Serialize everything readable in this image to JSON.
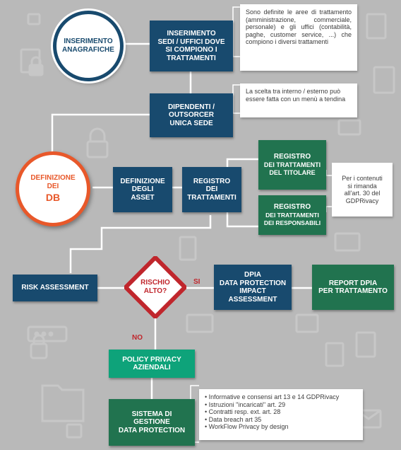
{
  "nodes": {
    "inserimento_anagrafiche": "INSERIMENTO\nANAGRAFICHE",
    "inserimento_sedi": "INSERIMENTO\nSEDI / UFFICI DOVE\nSI COMPIONO I\nTRATTAMENTI",
    "dipendenti": "DIPENDENTI /\nOUTSORCER\nUNICA SEDE",
    "definizione_db_line1": "DEFINIZIONE",
    "definizione_db_line2": "DEI",
    "definizione_db_line3": "DB",
    "definizione_asset": "DEFINIZIONE\nDEGLI\nASSET",
    "registro_trattamenti": "REGISTRO\nDEI\nTRATTAMENTI",
    "registro_titolare_title": "REGISTRO",
    "registro_titolare_sub": "DEI TRATTAMENTI\nDEL TITOLARE",
    "registro_responsabili_title": "REGISTRO",
    "registro_responsabili_sub": "DEI TRATTAMENTI\nDEI RESPONSABILI",
    "risk_assessment": "RISK ASSESSMENT",
    "rischio_alto": "RISCHIO\nALTO?",
    "si_label": "SI",
    "no_label": "NO",
    "dpia": "DPIA\nDATA PROTECTION\nIMPACT ASSESSMENT",
    "report_dpia": "REPORT DPIA\nPER TRATTAMENTO",
    "policy_privacy": "POLICY PRIVACY\nAZIENDALI",
    "sistema_gestione": "SISTEMA DI\nGESTIONE\nDATA PROTECTION"
  },
  "notes": {
    "aree": "Sono definite le aree di trattamento (amministrazione, commerciale, personale) e gli uffici (contabilità, paghe, customer service, ...) che compiono i diversi trattamenti",
    "scelta": "La scelta tra interno / esterno può essere fatta con un menù a tendina",
    "rimanda": "Per i contenuti\nsi rimanda\nall'art. 30 del\nGDPRivacy",
    "sistema_items": [
      "Informative e consensi art 13 e 14 GDPRivacy",
      "Istruzioni \"incaricati\" art. 29",
      "Contratti resp. ext. art. 28",
      "Data breach art 35",
      "WorkFlow Privacy by design"
    ]
  },
  "colors": {
    "background": "#b9b9b9",
    "dark_blue": "#184a6e",
    "dark_green": "#21734f",
    "teal": "#0ea37a",
    "orange_ring": "#e8582a",
    "red": "#c0262c",
    "connector": "#ffffff"
  },
  "icons": [
    "padlock-icon",
    "document-icon",
    "password-field-icon",
    "monitor-icon",
    "envelope-icon",
    "folder-icon",
    "notebook-icon",
    "checklist-icon"
  ]
}
